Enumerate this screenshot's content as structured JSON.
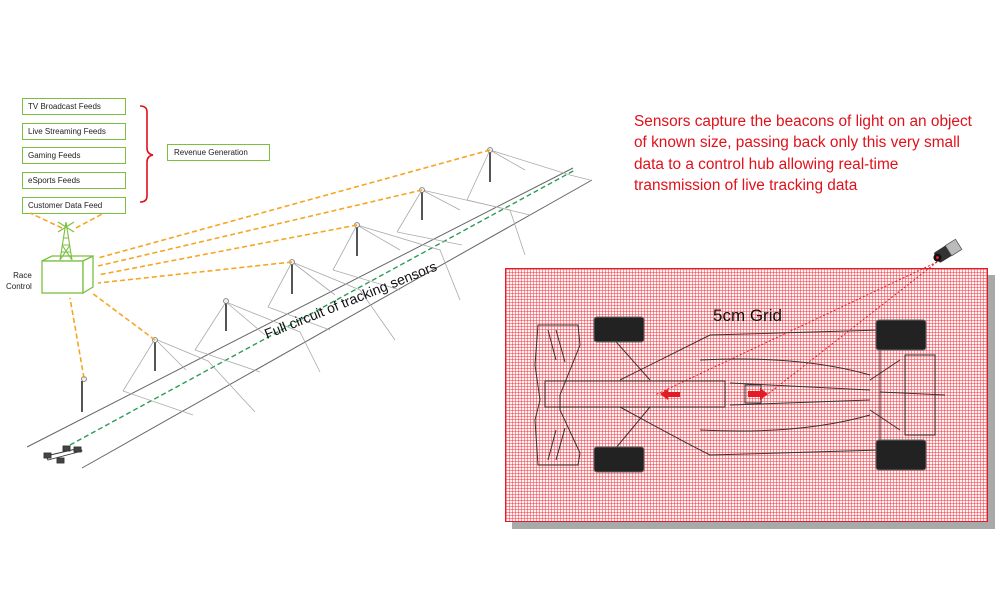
{
  "feeds": [
    {
      "label": "TV Broadcast Feeds"
    },
    {
      "label": "Live Streaming Feeds"
    },
    {
      "label": "Gaming Feeds"
    },
    {
      "label": "eSports Feeds"
    },
    {
      "label": "Customer Data Feed"
    }
  ],
  "revenue": {
    "label": "Revenue Generation"
  },
  "race_control": {
    "line1": "Race",
    "line2": "Control"
  },
  "circuit": {
    "label": "Full circuit of tracking sensors"
  },
  "description": "Sensors capture the beacons of light on an object of known size, passing back only this very small data to a control hub allowing real-time transmission of live tracking data",
  "grid": {
    "label": "5cm Grid"
  },
  "colors": {
    "feed_border": "#7bbf3f",
    "data_link": "#f5a623",
    "track_line": "#2e9b57",
    "brace": "#e0111b",
    "description_text": "#e0111b",
    "grid": "#e21b24"
  },
  "icons": {
    "tower": "radio-tower-icon",
    "race_control_box": "control-hub-icon",
    "sensor_pole": "tracking-sensor-icon",
    "car": "race-car-icon",
    "camera": "camera-sensor-icon"
  }
}
